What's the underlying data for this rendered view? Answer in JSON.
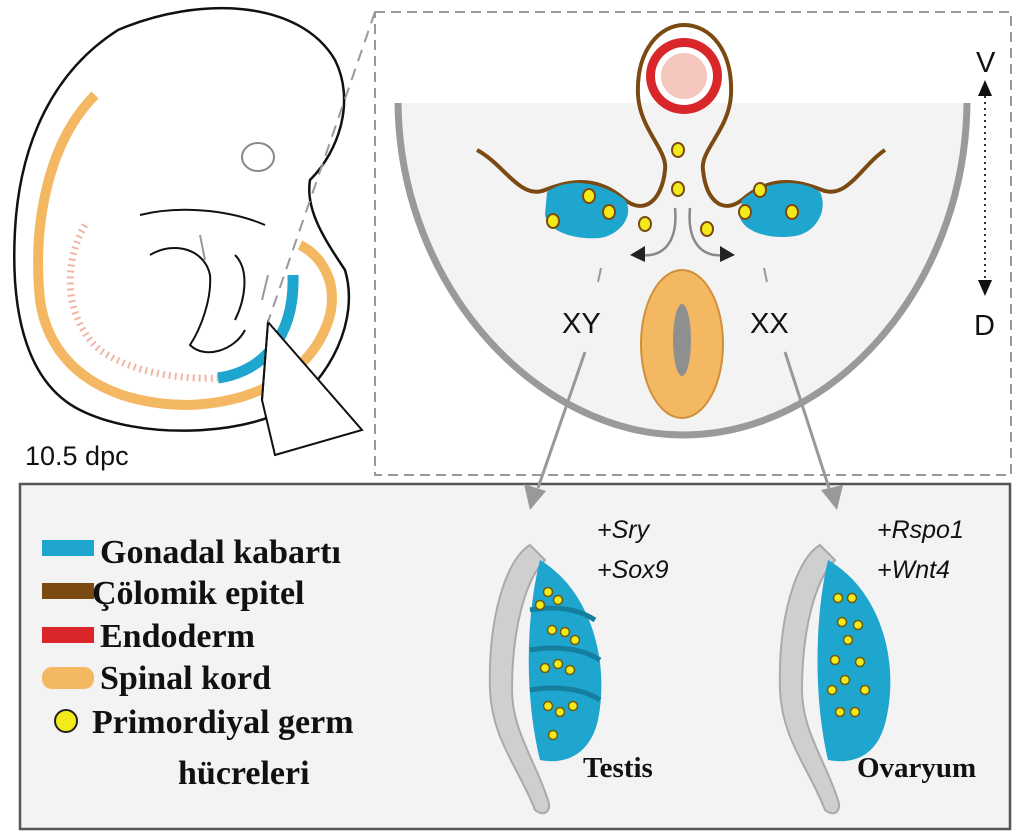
{
  "stage_label": "10.5 dpc",
  "axis": {
    "top": "V",
    "bottom": "D"
  },
  "karyotypes": {
    "male": "XY",
    "female": "XX"
  },
  "testis": {
    "genes": [
      "+Sry",
      "+Sox9"
    ],
    "label": "Testis"
  },
  "ovary": {
    "genes": [
      "+Rspo1",
      "+Wnt4"
    ],
    "label": "Ovaryum"
  },
  "legend": [
    {
      "label": "Gonadal kabartı",
      "color": "#1fa6cf",
      "shape": "rect"
    },
    {
      "label": "Çölomik epitel",
      "color": "#7b4a12",
      "shape": "rect"
    },
    {
      "label": "Endoderm",
      "color": "#d9262b",
      "shape": "rect"
    },
    {
      "label": "Spinal kord",
      "color": "#f5b862",
      "shape": "rounded-rect"
    },
    {
      "label": "Primordiyal germ",
      "color": "#f2ea1a",
      "shape": "circle",
      "continuation": "hücreleri"
    }
  ],
  "colors": {
    "gonadal_ridge": "#1fa6cf",
    "coelomic_epithelium": "#7b4a12",
    "endoderm": "#d9262b",
    "spinal_cord": "#f5b862",
    "germ_cell": "#f2ea1a",
    "panel_bg": "#f3f3f3",
    "section_outline": "#9a9a9a"
  }
}
